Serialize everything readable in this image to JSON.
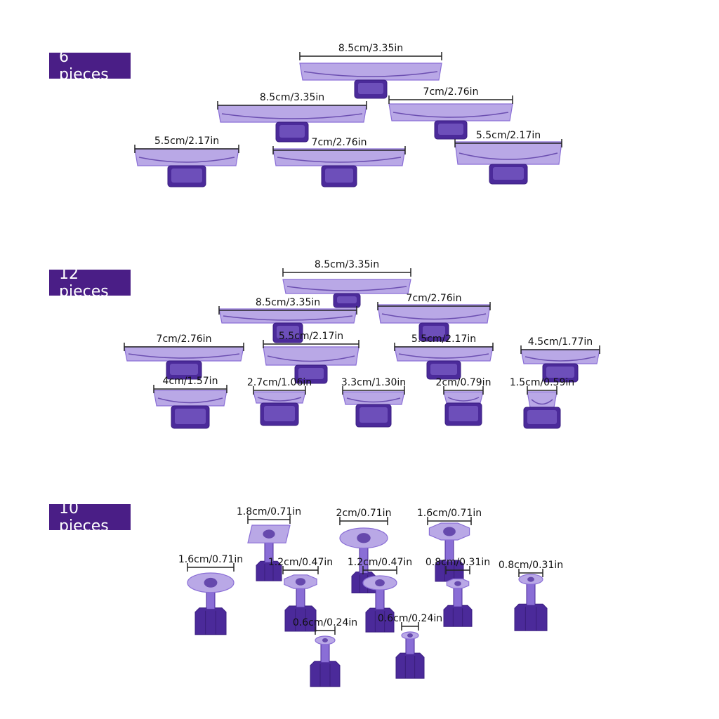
{
  "sections": {
    "six": {
      "label": "6 pieces",
      "tabs": [
        {
          "size": "8.5cm/3.35in"
        },
        {
          "size": "8.5cm/3.35in"
        },
        {
          "size": "7cm/2.76in"
        },
        {
          "size": "5.5cm/2.17in"
        },
        {
          "size": "7cm/2.76in"
        },
        {
          "size": "5.5cm/2.17in"
        }
      ]
    },
    "twelve": {
      "label": "12 pieces",
      "tabs": [
        {
          "size": "8.5cm/3.35in"
        },
        {
          "size": "8.5cm/3.35in"
        },
        {
          "size": "7cm/2.76in"
        },
        {
          "size": "7cm/2.76in"
        },
        {
          "size": "5.5cm/2.17in"
        },
        {
          "size": "5.5cm/2.17in"
        },
        {
          "size": "4.5cm/1.77in"
        },
        {
          "size": "4cm/1.57in"
        },
        {
          "size": "2.7cm/1.06in"
        },
        {
          "size": "3.3cm/1.30in"
        },
        {
          "size": "2cm/0.79in"
        },
        {
          "size": "1.5cm/0.59in"
        }
      ]
    },
    "ten": {
      "label": "10 pieces",
      "tabs": [
        {
          "size": "1.8cm/0.71in",
          "shape": "square"
        },
        {
          "size": "2cm/0.71in",
          "shape": "round"
        },
        {
          "size": "1.6cm/0.71in",
          "shape": "octagon"
        },
        {
          "size": "1.6cm/0.71in",
          "shape": "round"
        },
        {
          "size": "1.2cm/0.47in",
          "shape": "octagon"
        },
        {
          "size": "1.2cm/0.47in",
          "shape": "round"
        },
        {
          "size": "0.8cm/0.31in",
          "shape": "octagon"
        },
        {
          "size": "0.8cm/0.31in",
          "shape": "round"
        },
        {
          "size": "0.6cm/0.24in",
          "shape": "round"
        },
        {
          "size": "0.6cm/0.24in",
          "shape": "round"
        }
      ]
    }
  },
  "colors": {
    "badge": "#4a1e86",
    "plastic_light": "#b9a8e6",
    "plastic_mid": "#8a6ed6",
    "plastic_dark": "#4b2a9a"
  }
}
